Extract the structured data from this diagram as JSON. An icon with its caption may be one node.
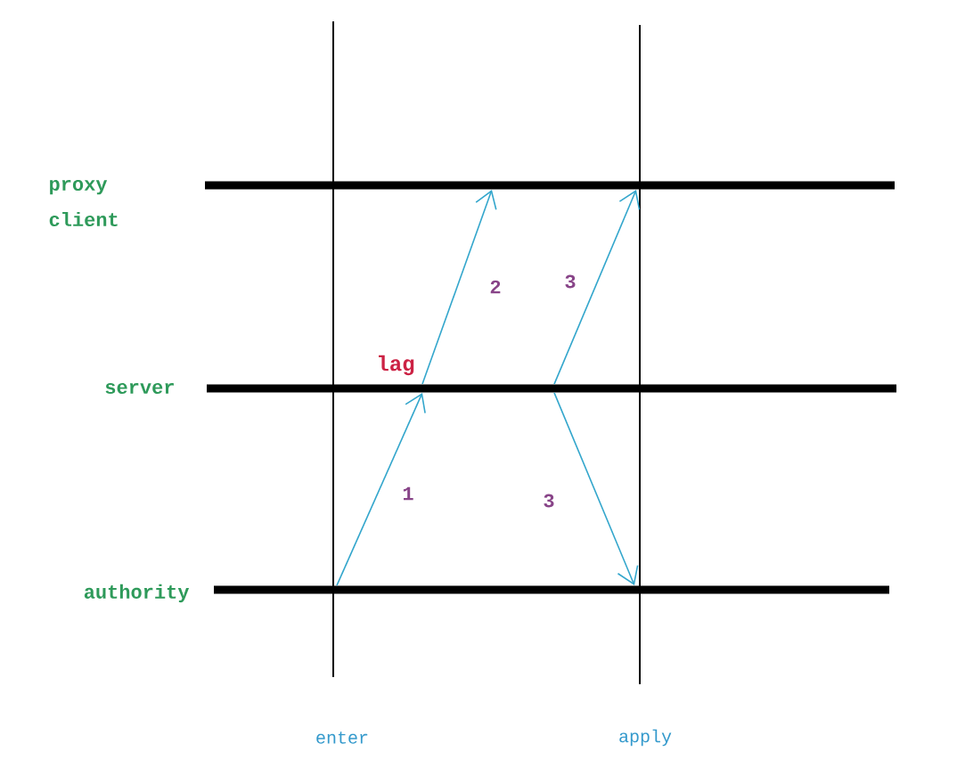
{
  "diagram": {
    "nodes": [
      {
        "text": [
          "proxy client"
        ]
      },
      {
        "text": [
          "server"
        ]
      },
      {
        "text": [
          "authority"
        ]
      }
    ],
    "edges": [
      {
        "from": 2,
        "to": 1,
        "arrow": "to",
        "label": "1"
      },
      {
        "from": 1,
        "to": 0,
        "arrow": "to",
        "label": "2"
      },
      {
        "from": 1,
        "to": 0,
        "arrow": "to",
        "label": "3"
      },
      {
        "from": 1,
        "to": 2,
        "arrow": "to",
        "label": "3"
      }
    ],
    "labels": [
      "lag",
      "enter",
      "apply"
    ]
  }
}
